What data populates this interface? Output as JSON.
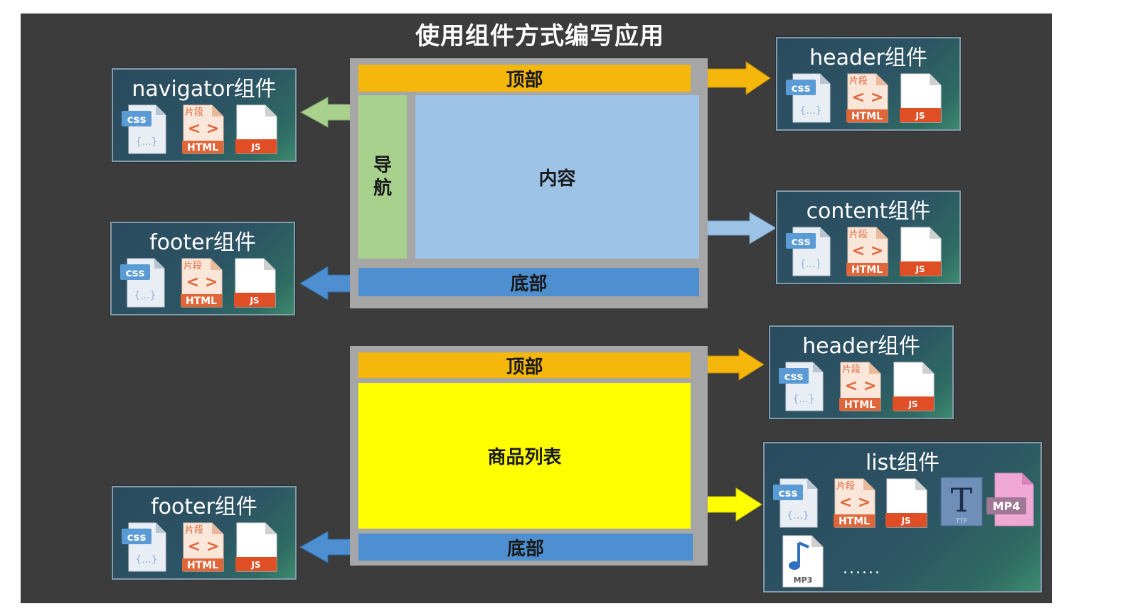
{
  "title": "使用组件方式编写应用",
  "layout1": {
    "top_label": "顶部",
    "nav_label": "导航",
    "content_label": "内容",
    "bottom_label": "底部"
  },
  "layout2": {
    "top_label": "顶部",
    "list_label": "商品列表",
    "bottom_label": "底部"
  },
  "components": {
    "navigator": "navigator组件",
    "header1": "header组件",
    "content": "content组件",
    "footer1": "footer组件",
    "header2": "header组件",
    "list": "list组件",
    "footer2": "footer组件"
  },
  "icon_labels": {
    "css": "css",
    "css_braces": "{...}",
    "html": "HTML",
    "snippet": "片段",
    "js": "JS",
    "mp4": "MP4",
    "mp3": "MP3",
    "ttf": "TTF",
    "font_letter": "T"
  },
  "more_text": "......",
  "colors": {
    "background": "#3c3c3c",
    "top": "#f5b70b",
    "nav": "#a9d18e",
    "content": "#9dc3e6",
    "bottom": "#4d8fd0",
    "list": "#ffff00",
    "frame": "#a6a6a6"
  }
}
